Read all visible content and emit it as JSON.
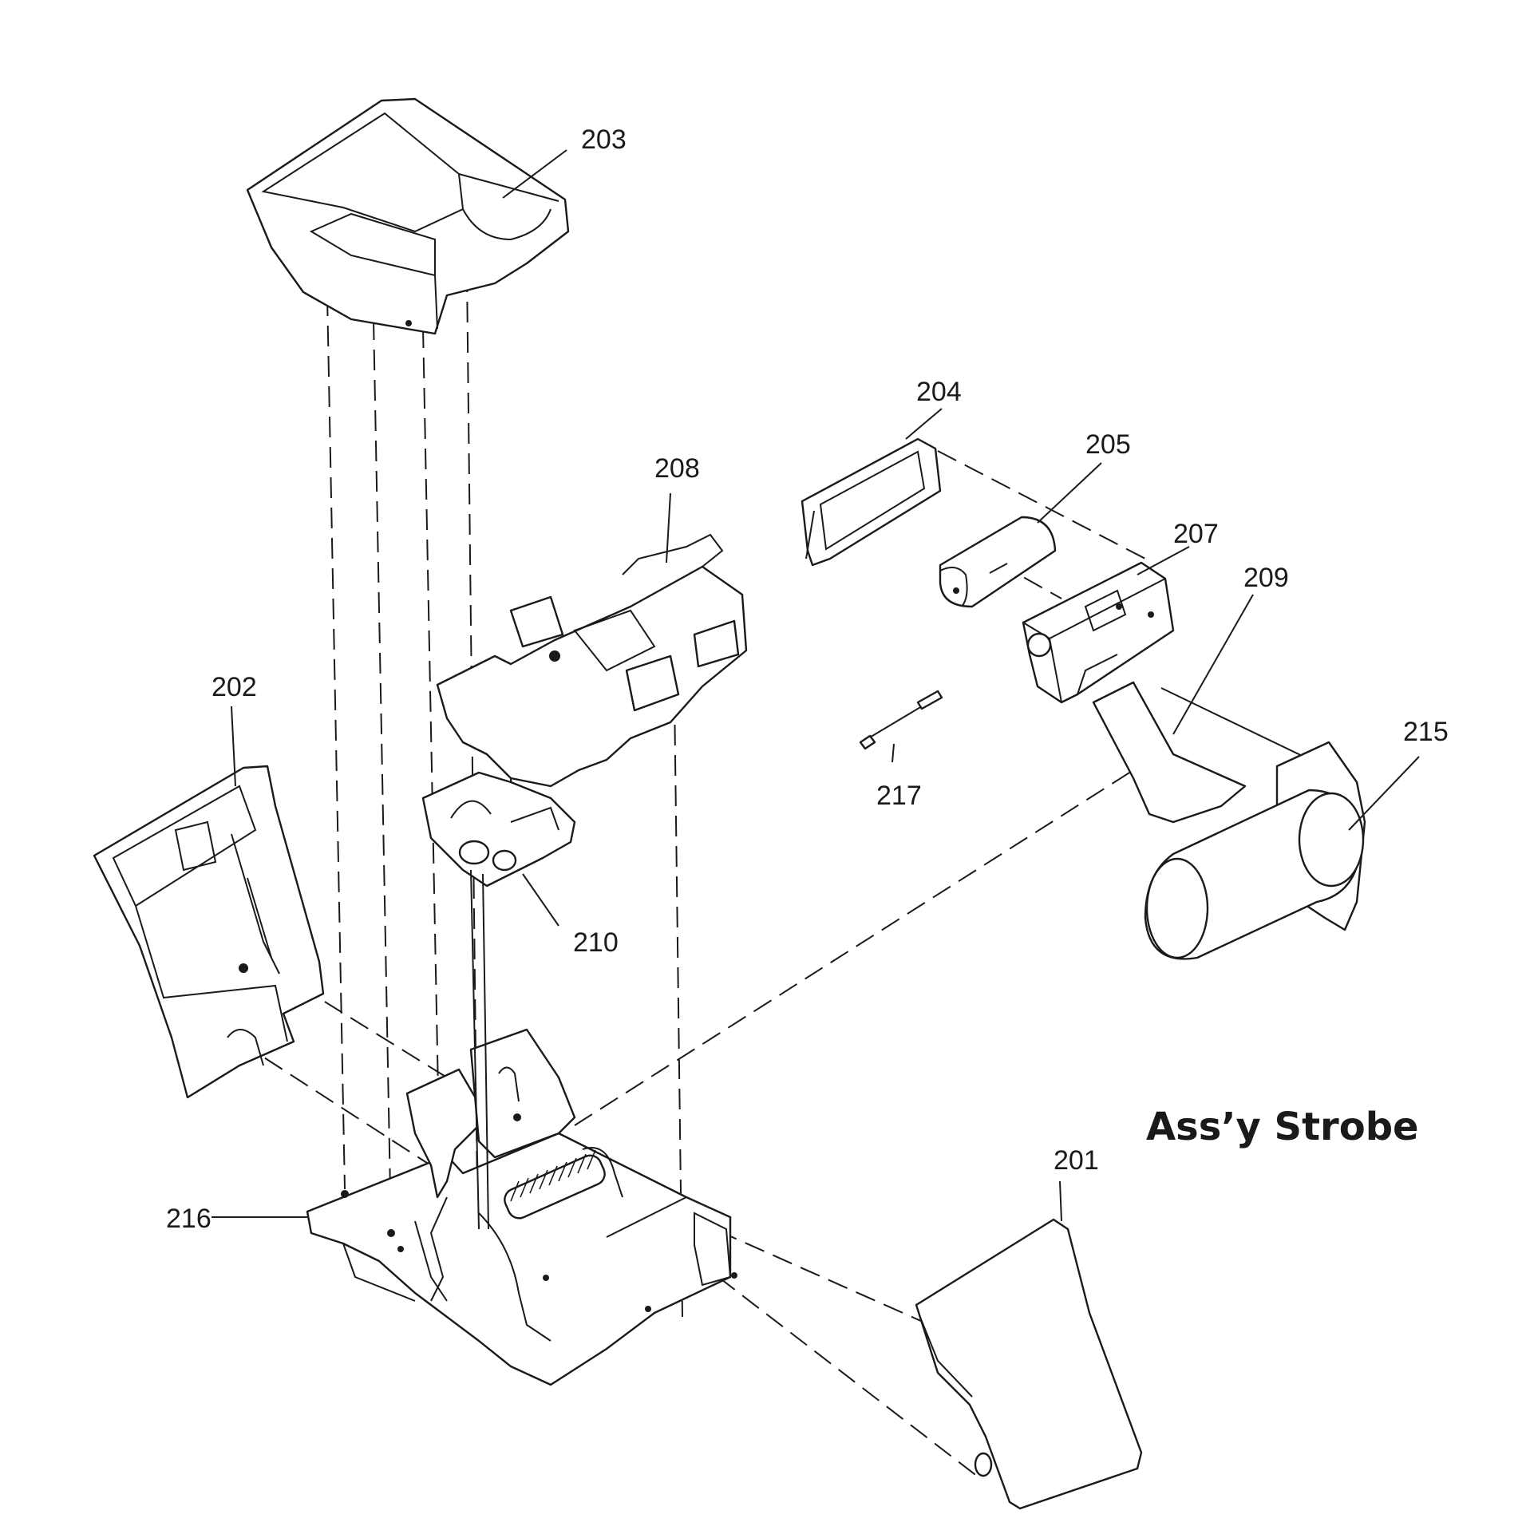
{
  "title": "Ass’y Strobe",
  "parts": [
    {
      "id": "p201",
      "number": "201"
    },
    {
      "id": "p202",
      "number": "202"
    },
    {
      "id": "p203",
      "number": "203"
    },
    {
      "id": "p204",
      "number": "204"
    },
    {
      "id": "p205",
      "number": "205"
    },
    {
      "id": "p207",
      "number": "207"
    },
    {
      "id": "p208",
      "number": "208"
    },
    {
      "id": "p209",
      "number": "209"
    },
    {
      "id": "p210",
      "number": "210"
    },
    {
      "id": "p215",
      "number": "215"
    },
    {
      "id": "p216",
      "number": "216"
    },
    {
      "id": "p217",
      "number": "217"
    }
  ]
}
